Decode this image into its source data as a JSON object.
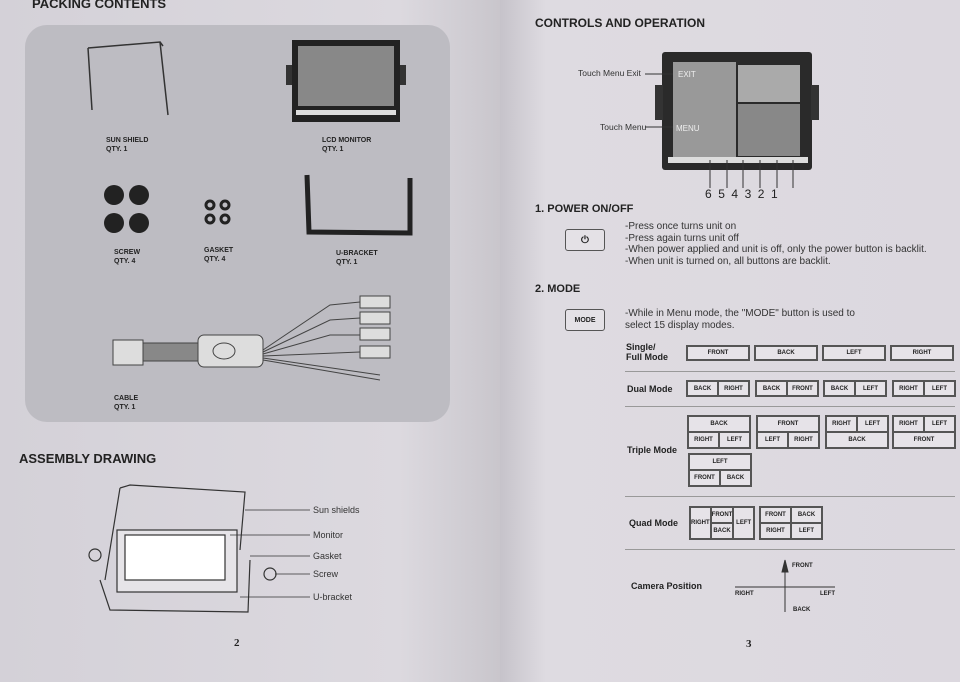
{
  "left_page": {
    "packing_title": "PACKING CONTENTS",
    "items": [
      {
        "name": "SUN SHIELD",
        "qty": "QTY. 1"
      },
      {
        "name": "LCD MONITOR",
        "qty": "QTY. 1"
      },
      {
        "name": "SCREW",
        "qty": "QTY. 4"
      },
      {
        "name": "GASKET",
        "qty": "QTY. 4"
      },
      {
        "name": "U-BRACKET",
        "qty": "QTY. 1"
      },
      {
        "name": "CABLE",
        "qty": "QTY. 1"
      }
    ],
    "assembly_title": "ASSEMBLY DRAWING",
    "assembly_labels": [
      "Sun shields",
      "Monitor",
      "Gasket",
      "Screw",
      "U-bracket"
    ],
    "page_number": "2"
  },
  "right_page": {
    "title": "CONTROLS AND OPERATION",
    "callouts": {
      "exit": "Touch Menu Exit",
      "menu": "Touch Menu",
      "screen_exit": "EXIT",
      "screen_menu": "MENU"
    },
    "button_numbers": [
      "6",
      "5",
      "4",
      "3",
      "2",
      "1"
    ],
    "power": {
      "heading": "1. POWER ON/OFF",
      "icon": "power-icon",
      "lines": [
        "-Press once turns unit on",
        "-Press again turns unit off",
        "-When power applied and unit is off, only the power button is backlit.",
        "-When unit is turned on, all buttons are backlit."
      ]
    },
    "mode": {
      "heading": "2. MODE",
      "button": "MODE",
      "lines": [
        "-While in Menu mode, the \"MODE\" button is used to",
        "select 15 display modes."
      ]
    },
    "single": {
      "label1": "Single/",
      "label2": "Full Mode",
      "cells": [
        "FRONT",
        "BACK",
        "LEFT",
        "RIGHT"
      ]
    },
    "dual": {
      "label": "Dual Mode",
      "pairs": [
        [
          "BACK",
          "RIGHT"
        ],
        [
          "BACK",
          "FRONT"
        ],
        [
          "BACK",
          "LEFT"
        ],
        [
          "RIGHT",
          "LEFT"
        ]
      ]
    },
    "triple": {
      "label": "Triple Mode",
      "layouts": [
        {
          "top": "BACK",
          "bottom": [
            "RIGHT",
            "LEFT"
          ]
        },
        {
          "top": "FRONT",
          "bottom": [
            "LEFT",
            "RIGHT"
          ]
        },
        {
          "toprow": [
            "RIGHT",
            "LEFT"
          ],
          "bottom": "BACK"
        },
        {
          "toprow": [
            "RIGHT",
            "LEFT"
          ],
          "bottom": "FRONT"
        },
        {
          "top": "LEFT",
          "bottom": [
            "FRONT",
            "BACK"
          ]
        }
      ]
    },
    "quad": {
      "label": "Quad Mode",
      "a": [
        "RIGHT",
        "FRONT",
        "BACK",
        "LEFT"
      ],
      "b": [
        "FRONT",
        "BACK",
        "RIGHT",
        "LEFT"
      ]
    },
    "camera": {
      "label": "Camera Position",
      "front": "FRONT",
      "back": "BACK",
      "right": "RIGHT",
      "left": "LEFT"
    },
    "page_number": "3"
  }
}
